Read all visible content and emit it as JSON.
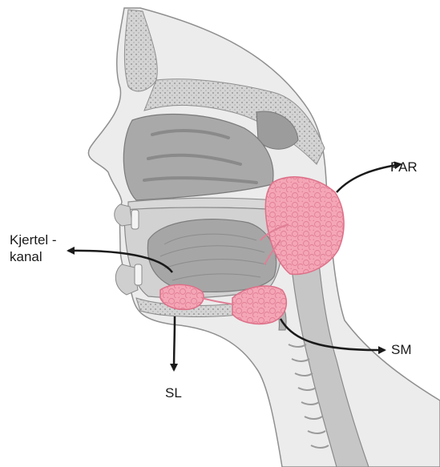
{
  "labels": {
    "parotid": "PAR",
    "duct_line1": "Kjertel -",
    "duct_line2": "kanal",
    "submandibular": "SM",
    "sublingual": "SL"
  },
  "colors": {
    "tissue_outer": "#e9e9e9",
    "tissue_mid": "#c9c9c9",
    "tissue_dark": "#8e8e8e",
    "bone": "#bdbdbd",
    "gland_fill": "#f4a6b6",
    "gland_edge": "#e0788f",
    "arrow": "#1a1a1a"
  }
}
